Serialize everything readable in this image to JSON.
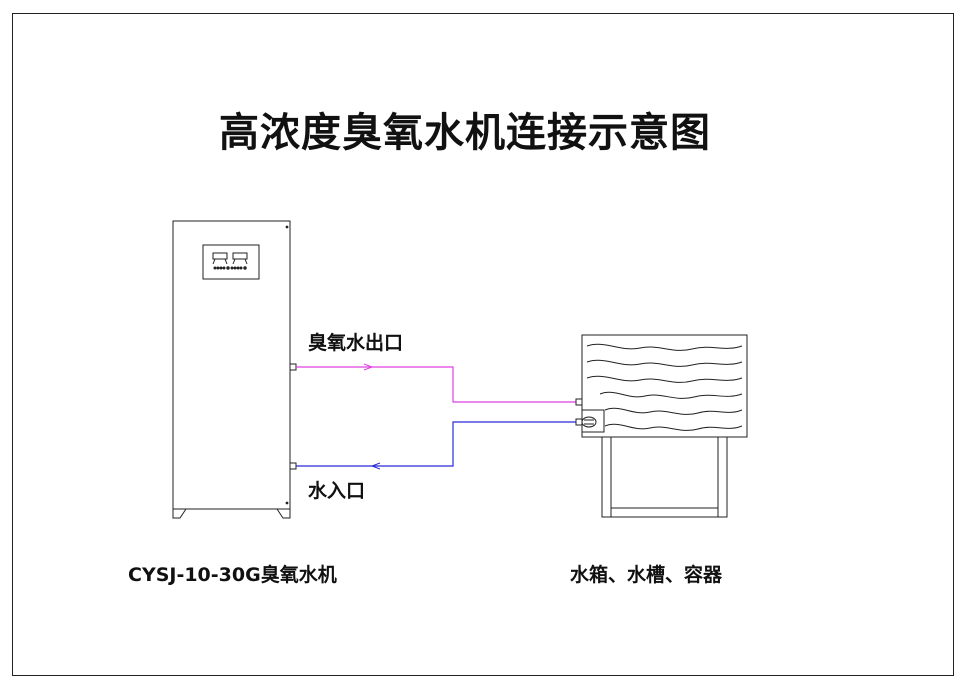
{
  "title": "高浓度臭氧水机连接示意图",
  "labels": {
    "ozone_water_outlet": "臭氧水出口",
    "water_inlet": "水入口",
    "machine_model": "CYSJ-10-30G臭氧水机",
    "tank": "水箱、水槽、容器"
  },
  "colors": {
    "outlet_pipe": "#e040e0",
    "inlet_pipe": "#2a2ad8",
    "line": "#222222"
  }
}
